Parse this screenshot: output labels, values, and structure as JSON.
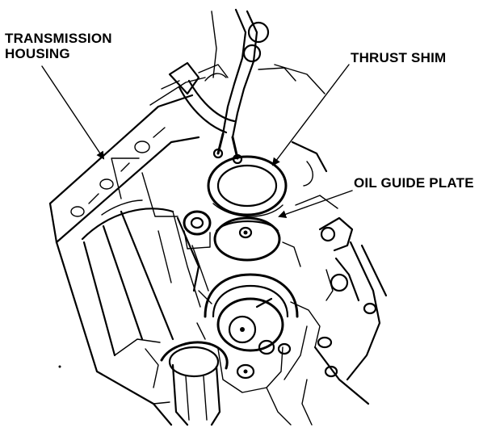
{
  "labels": {
    "transmission_line1": "TRANSMISSION",
    "transmission_line2": "HOUSING",
    "thrust_shim": "THRUST SHIM",
    "oil_guide_plate": "OIL GUIDE PLATE"
  },
  "colors": {
    "ink": "#000000",
    "paper": "#ffffff"
  }
}
